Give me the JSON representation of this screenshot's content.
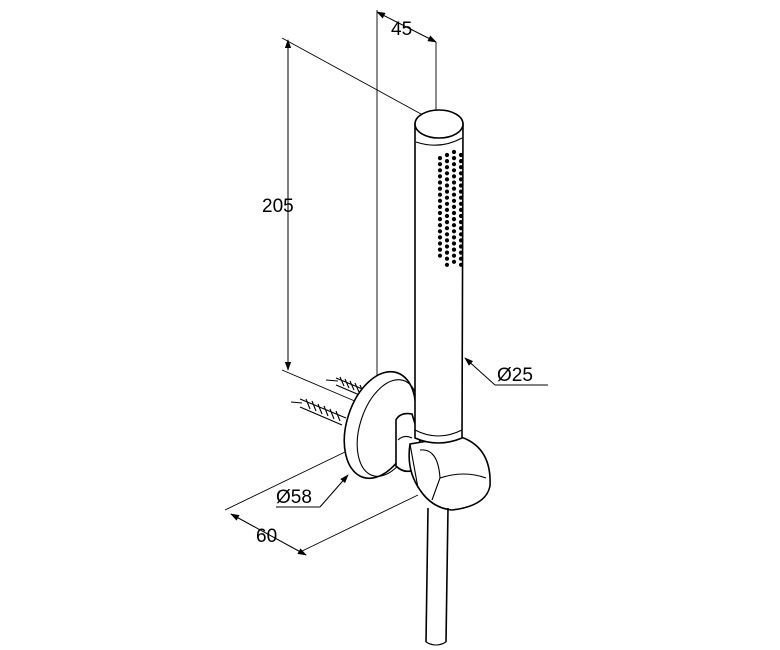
{
  "dimensions": {
    "width_label": "45",
    "height_label": "205",
    "handle_diameter_label": "Ø25",
    "flange_diameter_label": "Ø58",
    "depth_label": "60"
  },
  "colors": {
    "line": "#000000",
    "background": "#ffffff"
  }
}
